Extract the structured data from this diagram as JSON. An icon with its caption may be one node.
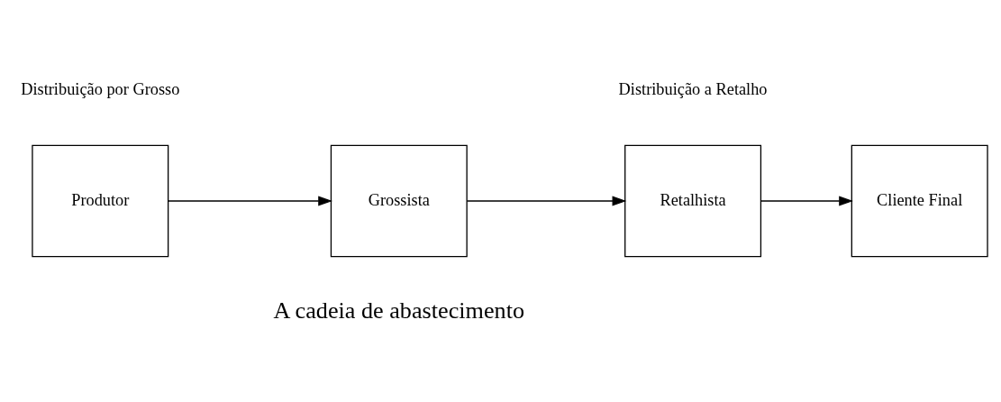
{
  "diagram": {
    "nodes": [
      {
        "text": [
          "Produtor"
        ]
      },
      {
        "text": [
          "Grossista"
        ]
      },
      {
        "text": [
          "Retalhista"
        ]
      },
      {
        "text": [
          "Cliente Final"
        ]
      }
    ],
    "edges": [
      {
        "from": 0,
        "to": 1,
        "arrow": "to"
      },
      {
        "from": 1,
        "to": 2,
        "arrow": "to"
      },
      {
        "from": 2,
        "to": 3,
        "arrow": "to"
      }
    ],
    "labels": [
      "Distribuição por Grosso",
      "Distribuição a Retalho",
      "A cadeia de abastecimento"
    ]
  }
}
